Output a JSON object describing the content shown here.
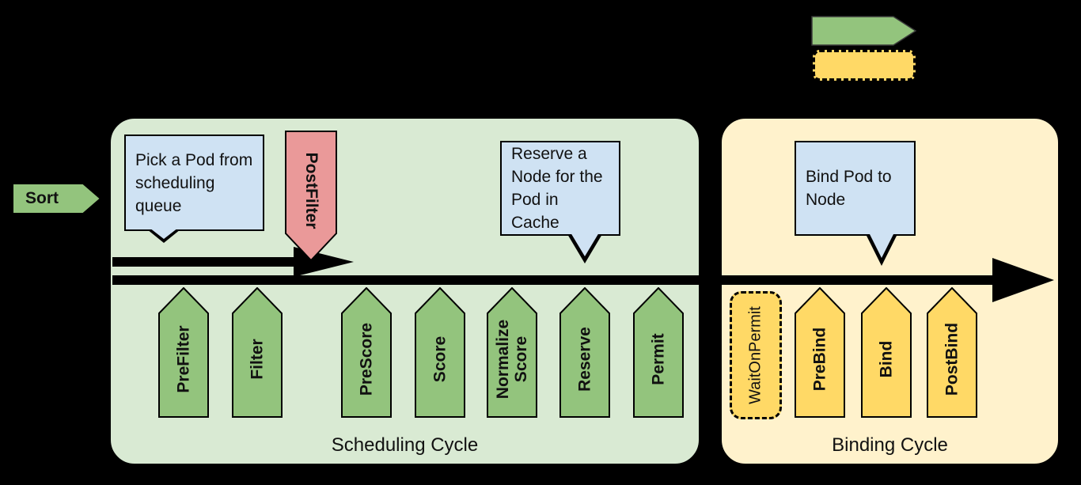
{
  "diagram": {
    "sort_label": "Sort",
    "scheduling_cycle": {
      "label": "Scheduling Cycle",
      "post_filter_label": "PostFilter",
      "extension_points": [
        "PreFilter",
        "Filter",
        "PreScore",
        "Score",
        "Normalize\nScore",
        "Reserve",
        "Permit"
      ]
    },
    "binding_cycle": {
      "label": "Binding Cycle",
      "wait_on_permit_label": "WaitOnPermit",
      "extension_points": [
        "PreBind",
        "Bind",
        "PostBind"
      ]
    },
    "callouts": {
      "pick_pod": "Pick a Pod from scheduling queue",
      "reserve_node": "Reserve a Node for the Pod in Cache",
      "bind_pod": "Bind Pod to Node"
    },
    "colors": {
      "background": "#000000",
      "scheduling_bg": "#D9EAD3",
      "binding_bg": "#FFF2CC",
      "green_arrow": "#93C47D",
      "yellow_arrow": "#FFD966",
      "red_arrow": "#EA9999",
      "callout_bg": "#CFE2F3",
      "outline": "#000000"
    }
  }
}
